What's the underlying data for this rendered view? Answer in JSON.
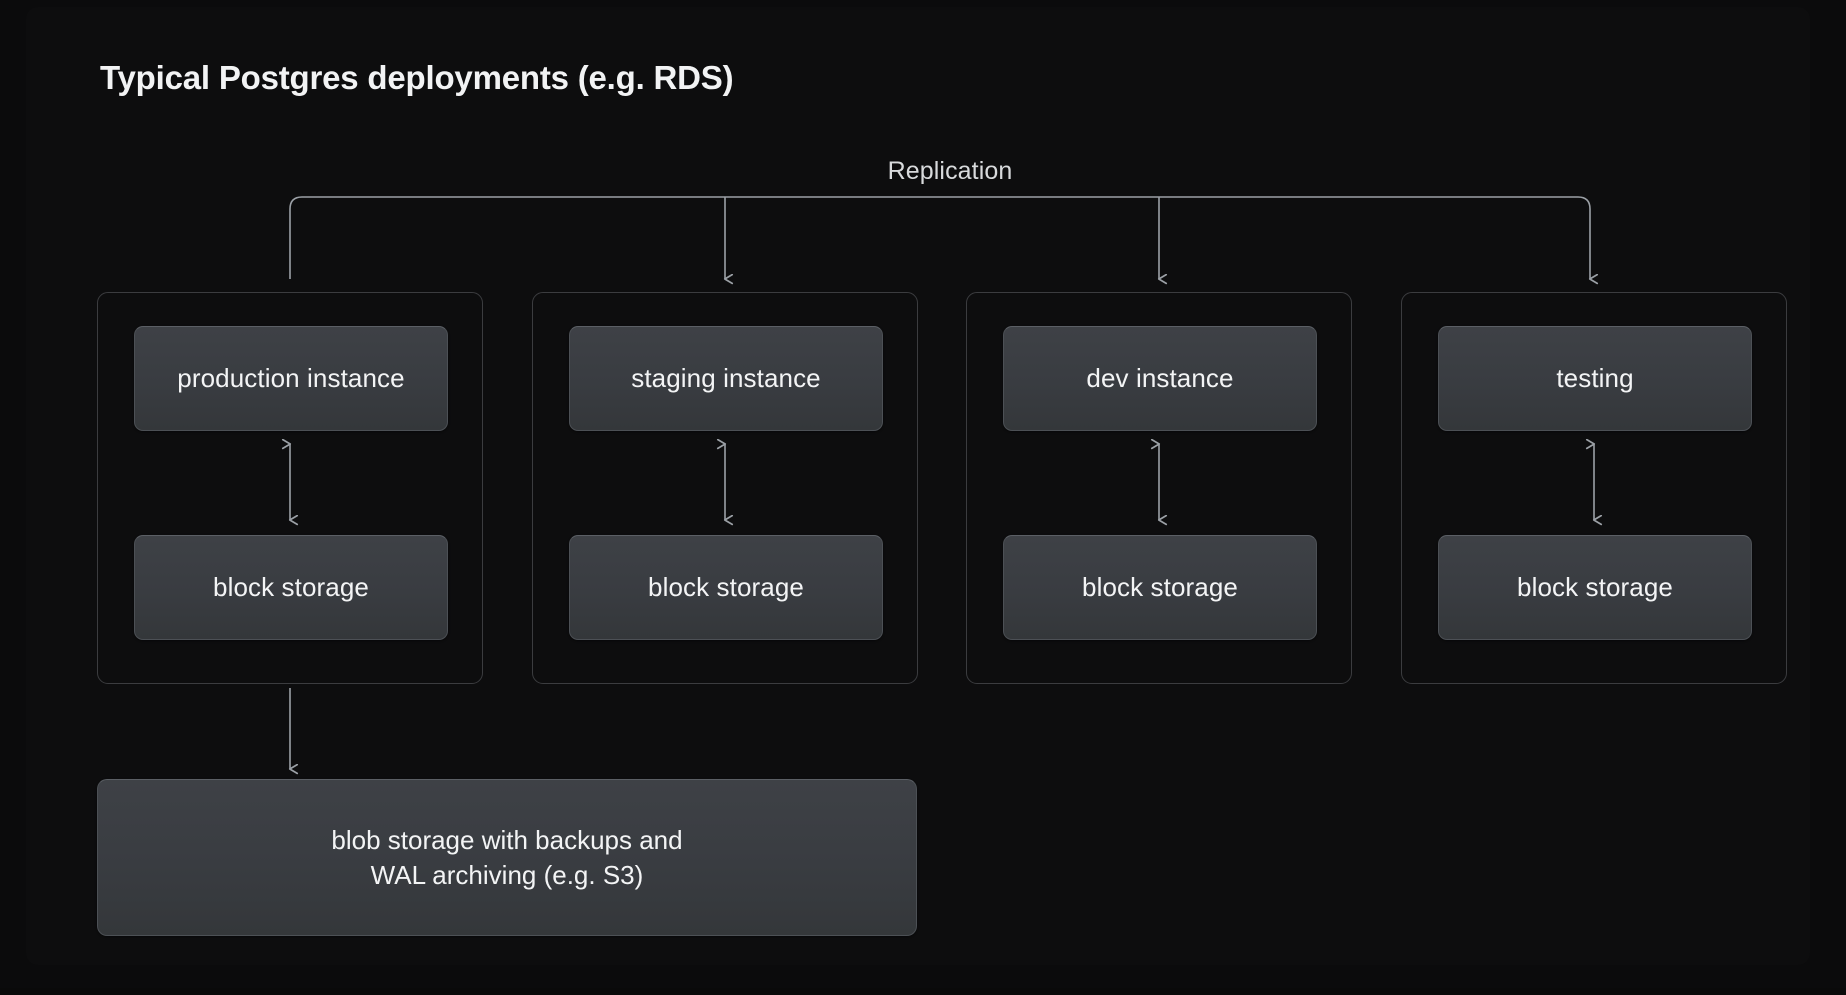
{
  "page": {
    "title": "Typical Postgres deployments (e.g. RDS)"
  },
  "diagram": {
    "type": "architecture-flow",
    "replication_label": "Replication",
    "groups": [
      {
        "id": "production",
        "instance_label": "production instance",
        "storage_label": "block storage"
      },
      {
        "id": "staging",
        "instance_label": "staging instance",
        "storage_label": "block storage"
      },
      {
        "id": "dev",
        "instance_label": "dev instance",
        "storage_label": "block storage"
      },
      {
        "id": "testing",
        "instance_label": "testing",
        "storage_label": "block storage"
      }
    ],
    "blob_storage": {
      "line1": "blob storage with backups and",
      "line2": "WAL archiving (e.g. S3)"
    },
    "colors": {
      "page_background": "#0b0b0c",
      "panel_background": "#0d0d0e",
      "node_fill": "#3b3e43",
      "node_border": "#4c5055",
      "group_border": "#3b3c3f",
      "connector": "#9ba0a6",
      "text_primary": "#f3f4f5",
      "text_muted": "#d8dadc"
    }
  }
}
